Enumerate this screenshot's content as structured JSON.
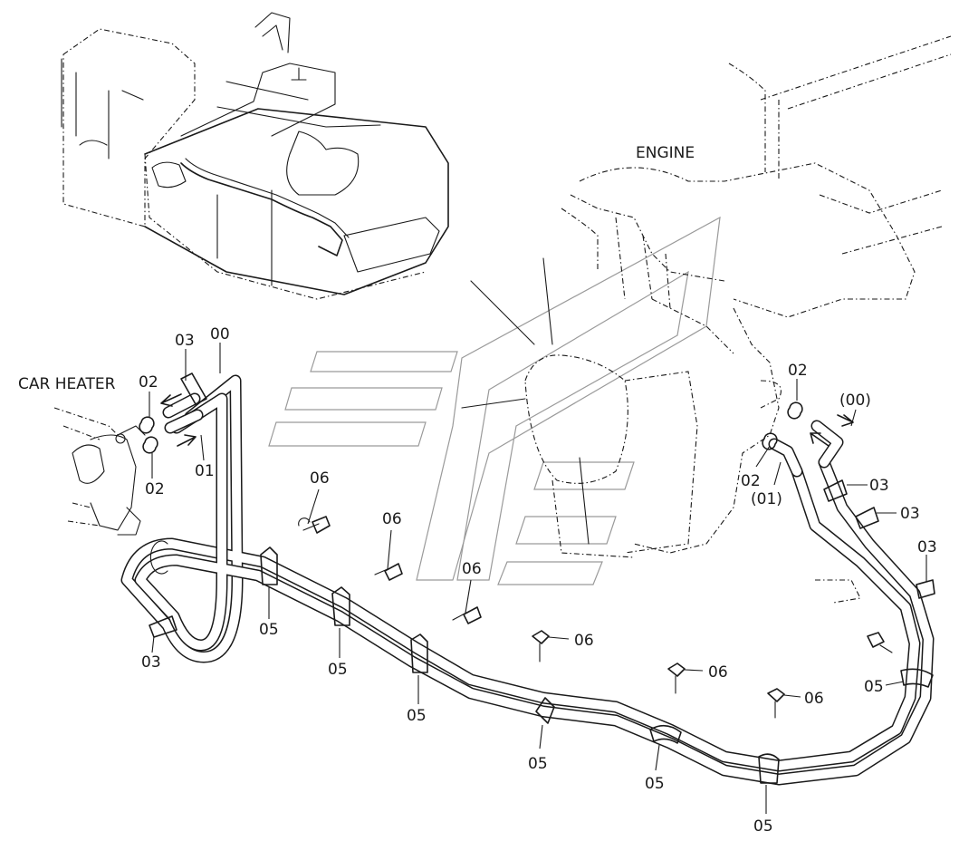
{
  "titles": {
    "engine": "ENGINE",
    "car_heater": "CAR HEATER"
  },
  "callouts": {
    "hose_main": "00",
    "hose_main_engine": "(00)",
    "hose_return": "01",
    "hose_return_engine": "(01)",
    "clamp": "02",
    "band": "03",
    "clip": "05",
    "bolt": "06"
  }
}
